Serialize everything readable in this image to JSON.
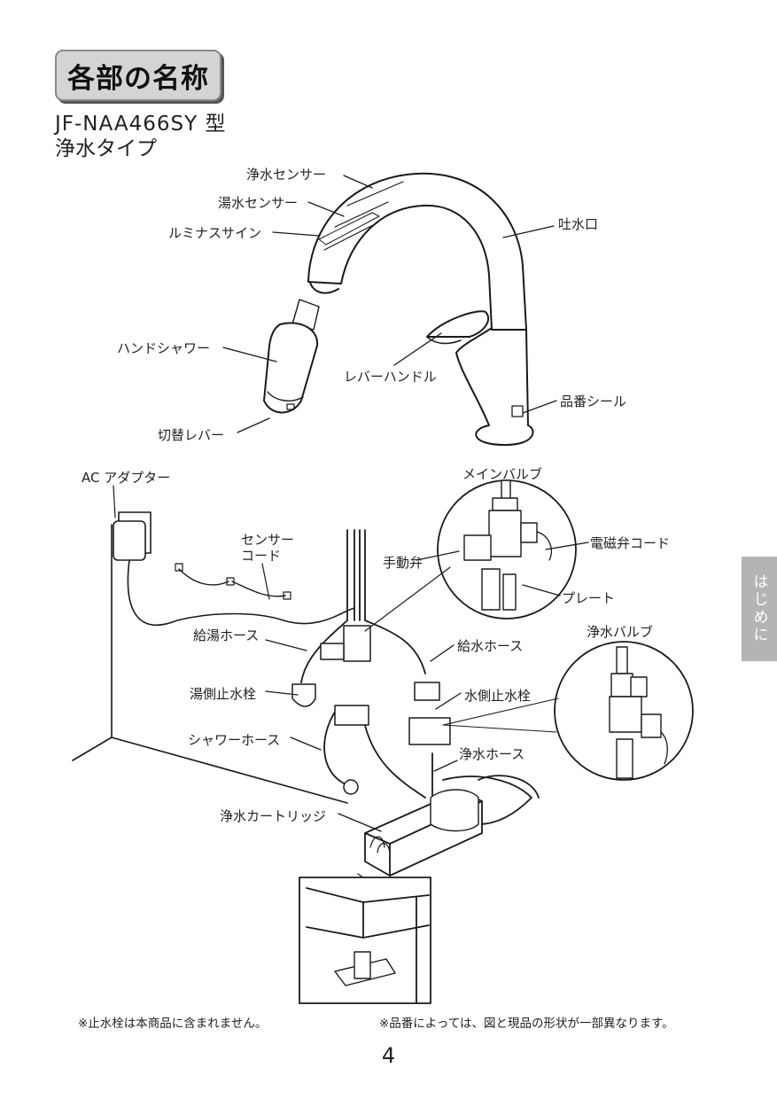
{
  "header": {
    "section_title": "各部の名称",
    "model": "JF-NAA466SY 型",
    "type": "浄水タイプ"
  },
  "faucet_labels": {
    "purified_sensor": "浄水センサー",
    "hot_sensor": "湯水センサー",
    "luminous_sign": "ルミナスサイン",
    "spout": "吐水口",
    "hand_shower": "ハンドシャワー",
    "lever_handle": "レバーハンドル",
    "part_number_seal": "品番シール",
    "switch_lever": "切替レバー"
  },
  "under_sink_labels": {
    "ac_adapter": "AC アダプター",
    "sensor_cord_line1": "センサー",
    "sensor_cord_line2": "コード",
    "main_valve": "メインバルブ",
    "manual_valve": "手動弁",
    "solenoid_cord": "電磁弁コード",
    "plate": "プレート",
    "hot_supply_hose": "給湯ホース",
    "cold_supply_hose": "給水ホース",
    "purified_valve": "浄水バルブ",
    "hot_stop_valve": "湯側止水栓",
    "cold_stop_valve": "水側止水栓",
    "shower_hose": "シャワーホース",
    "purified_hose": "浄水ホース",
    "cartridge": "浄水カートリッジ"
  },
  "side_tab": "はじめに",
  "footer": {
    "note_left": "※止水栓は本商品に含まれません。",
    "note_right": "※品番によっては、図と現品の形状が一部異なります。",
    "page_number": "4"
  }
}
